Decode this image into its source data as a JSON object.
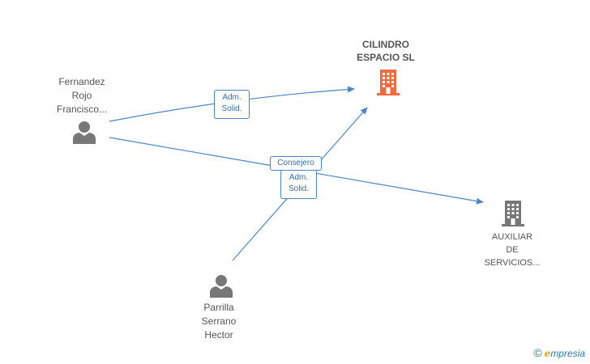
{
  "nodes": {
    "company_main": {
      "line1": "CILINDRO",
      "line2": "ESPACIO  SL",
      "color": "#f26a3d"
    },
    "company_aux": {
      "line1": "AUXILIAR",
      "line2": "DE",
      "line3": "SERVICIOS...",
      "color": "#777777"
    },
    "person_fernandez": {
      "line1": "Fernandez",
      "line2": "Rojo",
      "line3": "Francisco..."
    },
    "person_parrilla": {
      "line1": "Parrilla",
      "line2": "Serrano",
      "line3": "Hector"
    }
  },
  "edges": {
    "fernandez_to_cilindro": {
      "line1": "Adm.",
      "line2": "Solid."
    },
    "fernandez_to_auxiliar": {
      "label": "Consejero"
    },
    "parrilla_to_cilindro": {
      "line1": "Adm.",
      "line2": "Solid."
    }
  },
  "colors": {
    "edge": "#4a86c8",
    "person": "#777777"
  },
  "watermark": {
    "copyright": "©",
    "brand_initial": "e",
    "brand_rest": "mpresia"
  }
}
